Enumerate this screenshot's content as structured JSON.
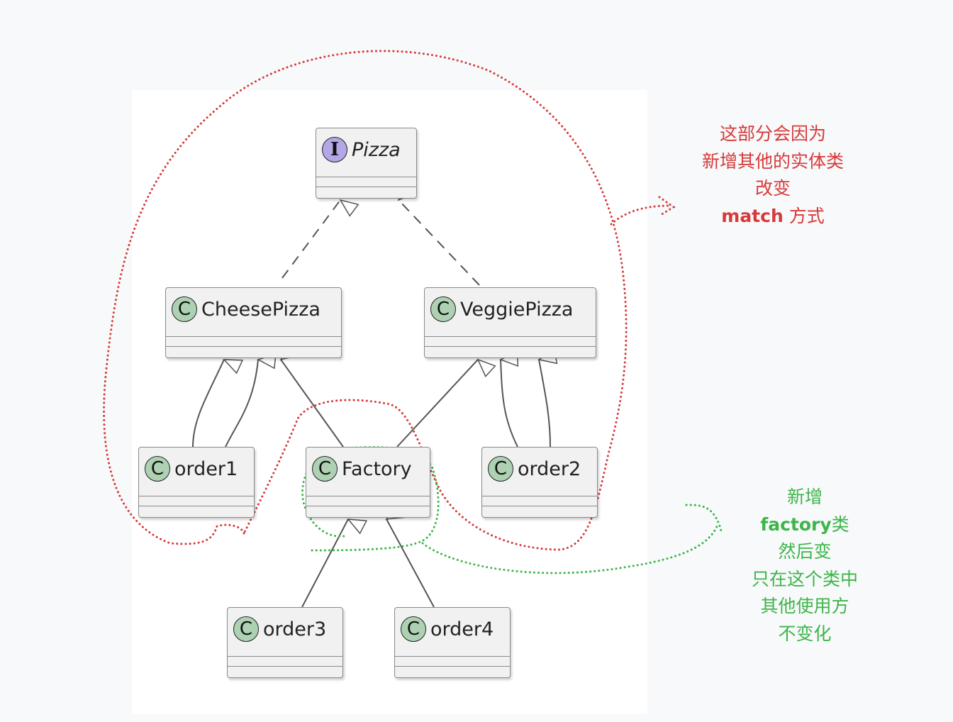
{
  "classes": {
    "pizza": {
      "name": "Pizza",
      "badge": "I"
    },
    "cheese": {
      "name": "CheesePizza",
      "badge": "C"
    },
    "veggie": {
      "name": "VeggiePizza",
      "badge": "C"
    },
    "order1": {
      "name": "order1",
      "badge": "C"
    },
    "factory": {
      "name": "Factory",
      "badge": "C"
    },
    "order2": {
      "name": "order2",
      "badge": "C"
    },
    "order3": {
      "name": "order3",
      "badge": "C"
    },
    "order4": {
      "name": "order4",
      "badge": "C"
    }
  },
  "notes": {
    "red": {
      "line1": "这部分会因为",
      "line2": "新增其他的实体类",
      "line3": "改变",
      "line4_bold": "match",
      "line4_rest": " 方式"
    },
    "green": {
      "line1": "新增",
      "line2_bold": "factory",
      "line2_rest": "类",
      "line3": "然后变",
      "line4": "只在这个类中",
      "line5": "其他使用方",
      "line6": "不变化"
    }
  },
  "colors": {
    "red_annotation": "#d63a3a",
    "green_annotation": "#3db54a",
    "class_fill": "#f1f1f1",
    "class_badge": "#add1b2",
    "interface_badge": "#b4a7e5"
  }
}
